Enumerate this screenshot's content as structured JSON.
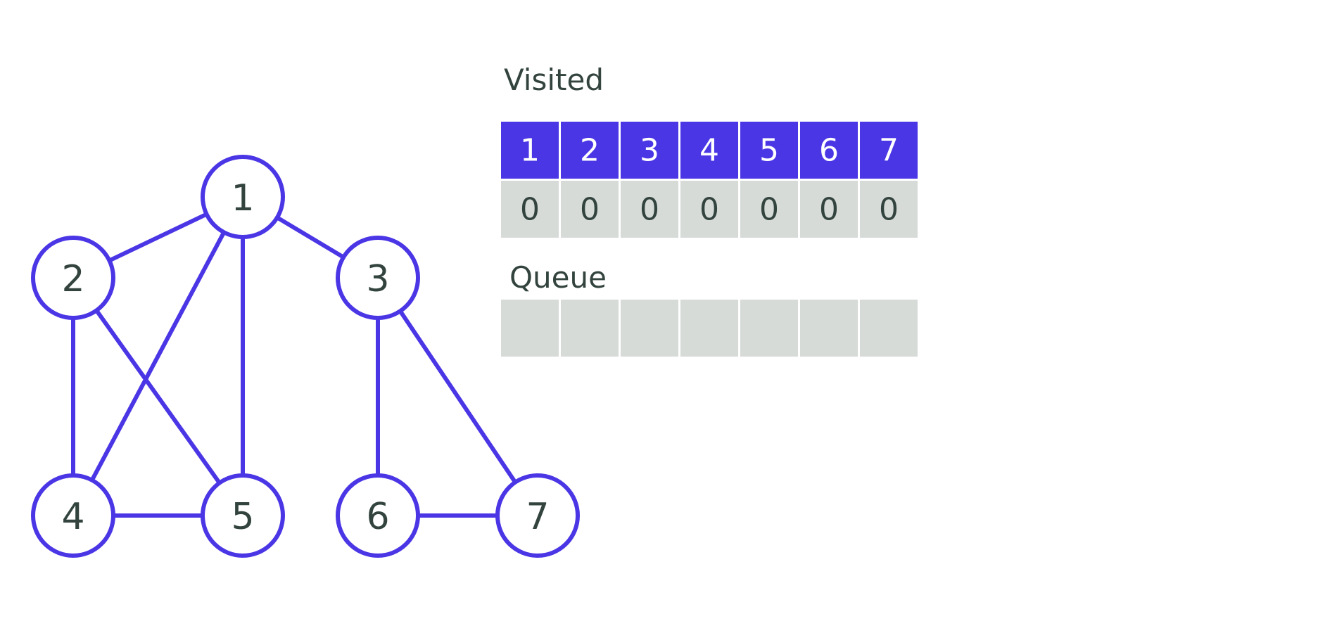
{
  "graph": {
    "nodes": [
      {
        "id": "1",
        "label": "1"
      },
      {
        "id": "2",
        "label": "2"
      },
      {
        "id": "3",
        "label": "3"
      },
      {
        "id": "4",
        "label": "4"
      },
      {
        "id": "5",
        "label": "5"
      },
      {
        "id": "6",
        "label": "6"
      },
      {
        "id": "7",
        "label": "7"
      }
    ],
    "edges": [
      [
        "1",
        "2"
      ],
      [
        "1",
        "3"
      ],
      [
        "1",
        "4"
      ],
      [
        "1",
        "5"
      ],
      [
        "2",
        "4"
      ],
      [
        "2",
        "5"
      ],
      [
        "4",
        "5"
      ],
      [
        "3",
        "6"
      ],
      [
        "3",
        "7"
      ],
      [
        "6",
        "7"
      ]
    ]
  },
  "visited": {
    "title": "Visited",
    "headers": [
      "1",
      "2",
      "3",
      "4",
      "5",
      "6",
      "7"
    ],
    "values": [
      "0",
      "0",
      "0",
      "0",
      "0",
      "0",
      "0"
    ]
  },
  "queue": {
    "title": "Queue",
    "cells": [
      "",
      "",
      "",
      "",
      "",
      "",
      ""
    ]
  },
  "colors": {
    "accent": "#4b36e6",
    "cell_fill": "#d6dbd8",
    "text": "#33443f"
  }
}
